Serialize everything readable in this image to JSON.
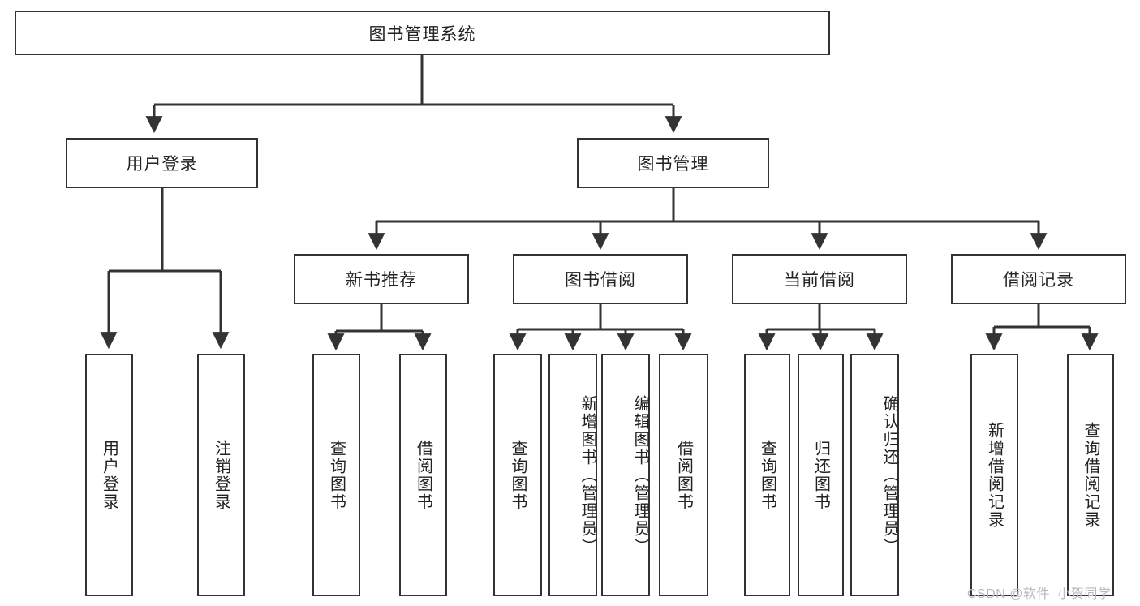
{
  "diagram": {
    "title": "图书管理系统",
    "type": "tree-hierarchy",
    "watermark": "CSDN @软件_小贺同学",
    "colors": {
      "box_border": "#333333",
      "box_fill": "#ffffff",
      "edge": "#333333",
      "text": "#222222",
      "watermark": "#b9b9b9"
    },
    "nodes": {
      "root": {
        "label": "图书管理系统"
      },
      "level2": [
        {
          "id": "user-login",
          "label": "用户登录"
        },
        {
          "id": "book-manage",
          "label": "图书管理"
        }
      ],
      "level3": [
        {
          "id": "new-book-recommend",
          "label": "新书推荐"
        },
        {
          "id": "book-borrow",
          "label": "图书借阅"
        },
        {
          "id": "current-borrow",
          "label": "当前借阅"
        },
        {
          "id": "borrow-record",
          "label": "借阅记录"
        }
      ],
      "leaves": {
        "user-login": [
          {
            "id": "leaf-user-login",
            "label": "用户登录"
          },
          {
            "id": "leaf-logout",
            "label": "注销登录"
          }
        ],
        "new-book-recommend": [
          {
            "id": "leaf-query-book-1",
            "label": "查询图书"
          },
          {
            "id": "leaf-borrow-book-1",
            "label": "借阅图书"
          }
        ],
        "book-borrow": [
          {
            "id": "leaf-query-book-2",
            "label": "查询图书"
          },
          {
            "id": "leaf-add-book",
            "label": "新增图书（管理员）"
          },
          {
            "id": "leaf-edit-book",
            "label": "编辑图书（管理员）"
          },
          {
            "id": "leaf-borrow-book-2",
            "label": "借阅图书"
          }
        ],
        "current-borrow": [
          {
            "id": "leaf-query-book-3",
            "label": "查询图书"
          },
          {
            "id": "leaf-return-book",
            "label": "归还图书"
          },
          {
            "id": "leaf-confirm-return",
            "label": "确认归还（管理员）"
          }
        ],
        "borrow-record": [
          {
            "id": "leaf-add-record",
            "label": "新增借阅记录"
          },
          {
            "id": "leaf-query-record",
            "label": "查询借阅记录"
          }
        ]
      }
    }
  }
}
